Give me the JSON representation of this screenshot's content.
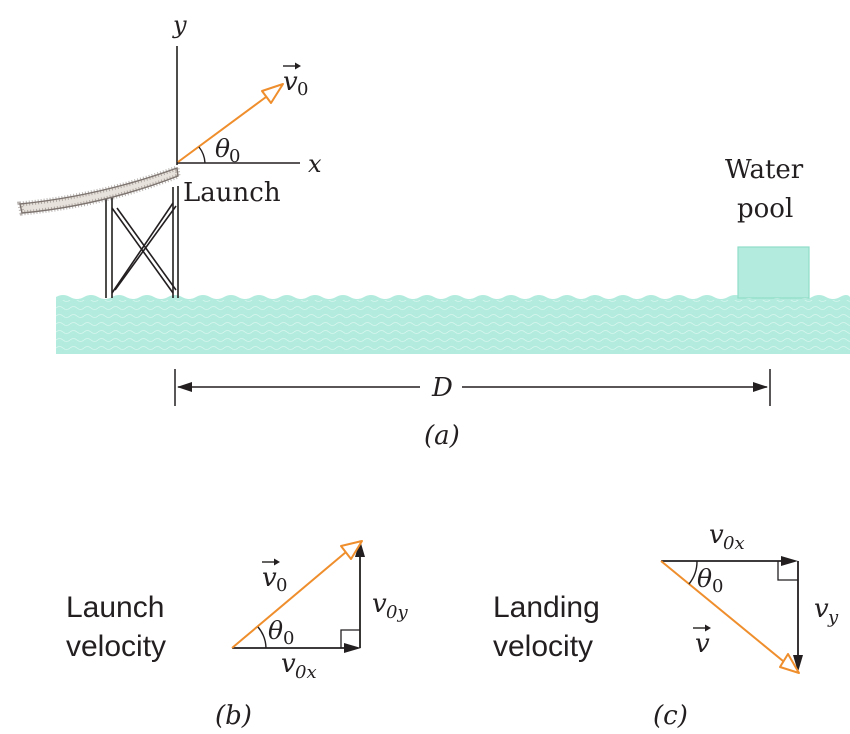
{
  "colors": {
    "water": "#b3ecde",
    "water_edge": "#9fe3d2",
    "pool_fill": "#b3ecde",
    "pool_edge": "#8fdcc8",
    "arrow": "#ef8e2c",
    "ink": "#231f20",
    "ramp": "#7d7470"
  },
  "panel_a": {
    "y_axis": "y",
    "x_axis": "x",
    "v0_symbol": "v",
    "v0_sub": "0",
    "theta_symbol": "θ",
    "theta_sub": "0",
    "launch": "Launch",
    "pool_line1": "Water",
    "pool_line2": "pool",
    "distance": "D",
    "caption": "(a)"
  },
  "panel_b": {
    "label_line1": "Launch",
    "label_line2": "velocity",
    "v0_symbol": "v",
    "v0_sub": "0",
    "theta_symbol": "θ",
    "theta_sub": "0",
    "v0y_symbol": "v",
    "v0y_sub": "0y",
    "v0x_symbol": "v",
    "v0x_sub": "0x",
    "caption": "(b)"
  },
  "panel_c": {
    "label_line1": "Landing",
    "label_line2": "velocity",
    "v0x_symbol": "v",
    "v0x_sub": "0x",
    "theta_symbol": "θ",
    "theta_sub": "0",
    "v_symbol": "v",
    "vy_symbol": "v",
    "vy_sub": "y",
    "caption": "(c)"
  }
}
